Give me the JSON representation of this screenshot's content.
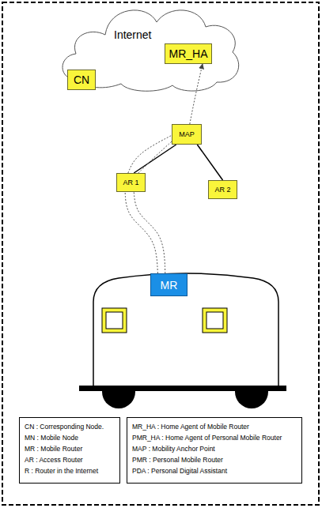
{
  "diagram": {
    "nodes": [
      {
        "text": [
          "Internet"
        ]
      },
      {
        "text": [
          "CN"
        ],
        "in": 0
      },
      {
        "text": [
          "MR_HA"
        ],
        "in": 0
      },
      {
        "text": [
          "MAP"
        ]
      },
      {
        "text": [
          "AR 1"
        ]
      },
      {
        "text": [
          "AR 2"
        ]
      },
      {
        "text": [
          "MR"
        ]
      },
      {
        "text": [
          "CN : Corresponding Node.",
          "MN : Mobile Node",
          "MR : Mobile Router",
          "AR : Access Router",
          "R : Router in the Internet"
        ]
      },
      {
        "text": [
          "MR_HA : Home Agent of Mobile Router",
          "PMR_HA : Home Agent of Personal Mobile Router",
          "MAP : Mobility Anchor Point",
          "PMR : Personal Mobile Router",
          "PDA : Personal Digital Assistant"
        ]
      }
    ],
    "edges": [
      {
        "from": 3,
        "to": 4,
        "arrow": "none"
      },
      {
        "from": 3,
        "to": 5,
        "arrow": "none"
      },
      {
        "from": 6,
        "to": 4,
        "arrow": "none"
      },
      {
        "from": 6,
        "to": 4,
        "arrow": "none"
      },
      {
        "from": 4,
        "to": 3,
        "arrow": "none"
      },
      {
        "from": 4,
        "to": 3,
        "arrow": "none"
      },
      {
        "from": 3,
        "to": 2,
        "arrow": "to"
      }
    ]
  }
}
